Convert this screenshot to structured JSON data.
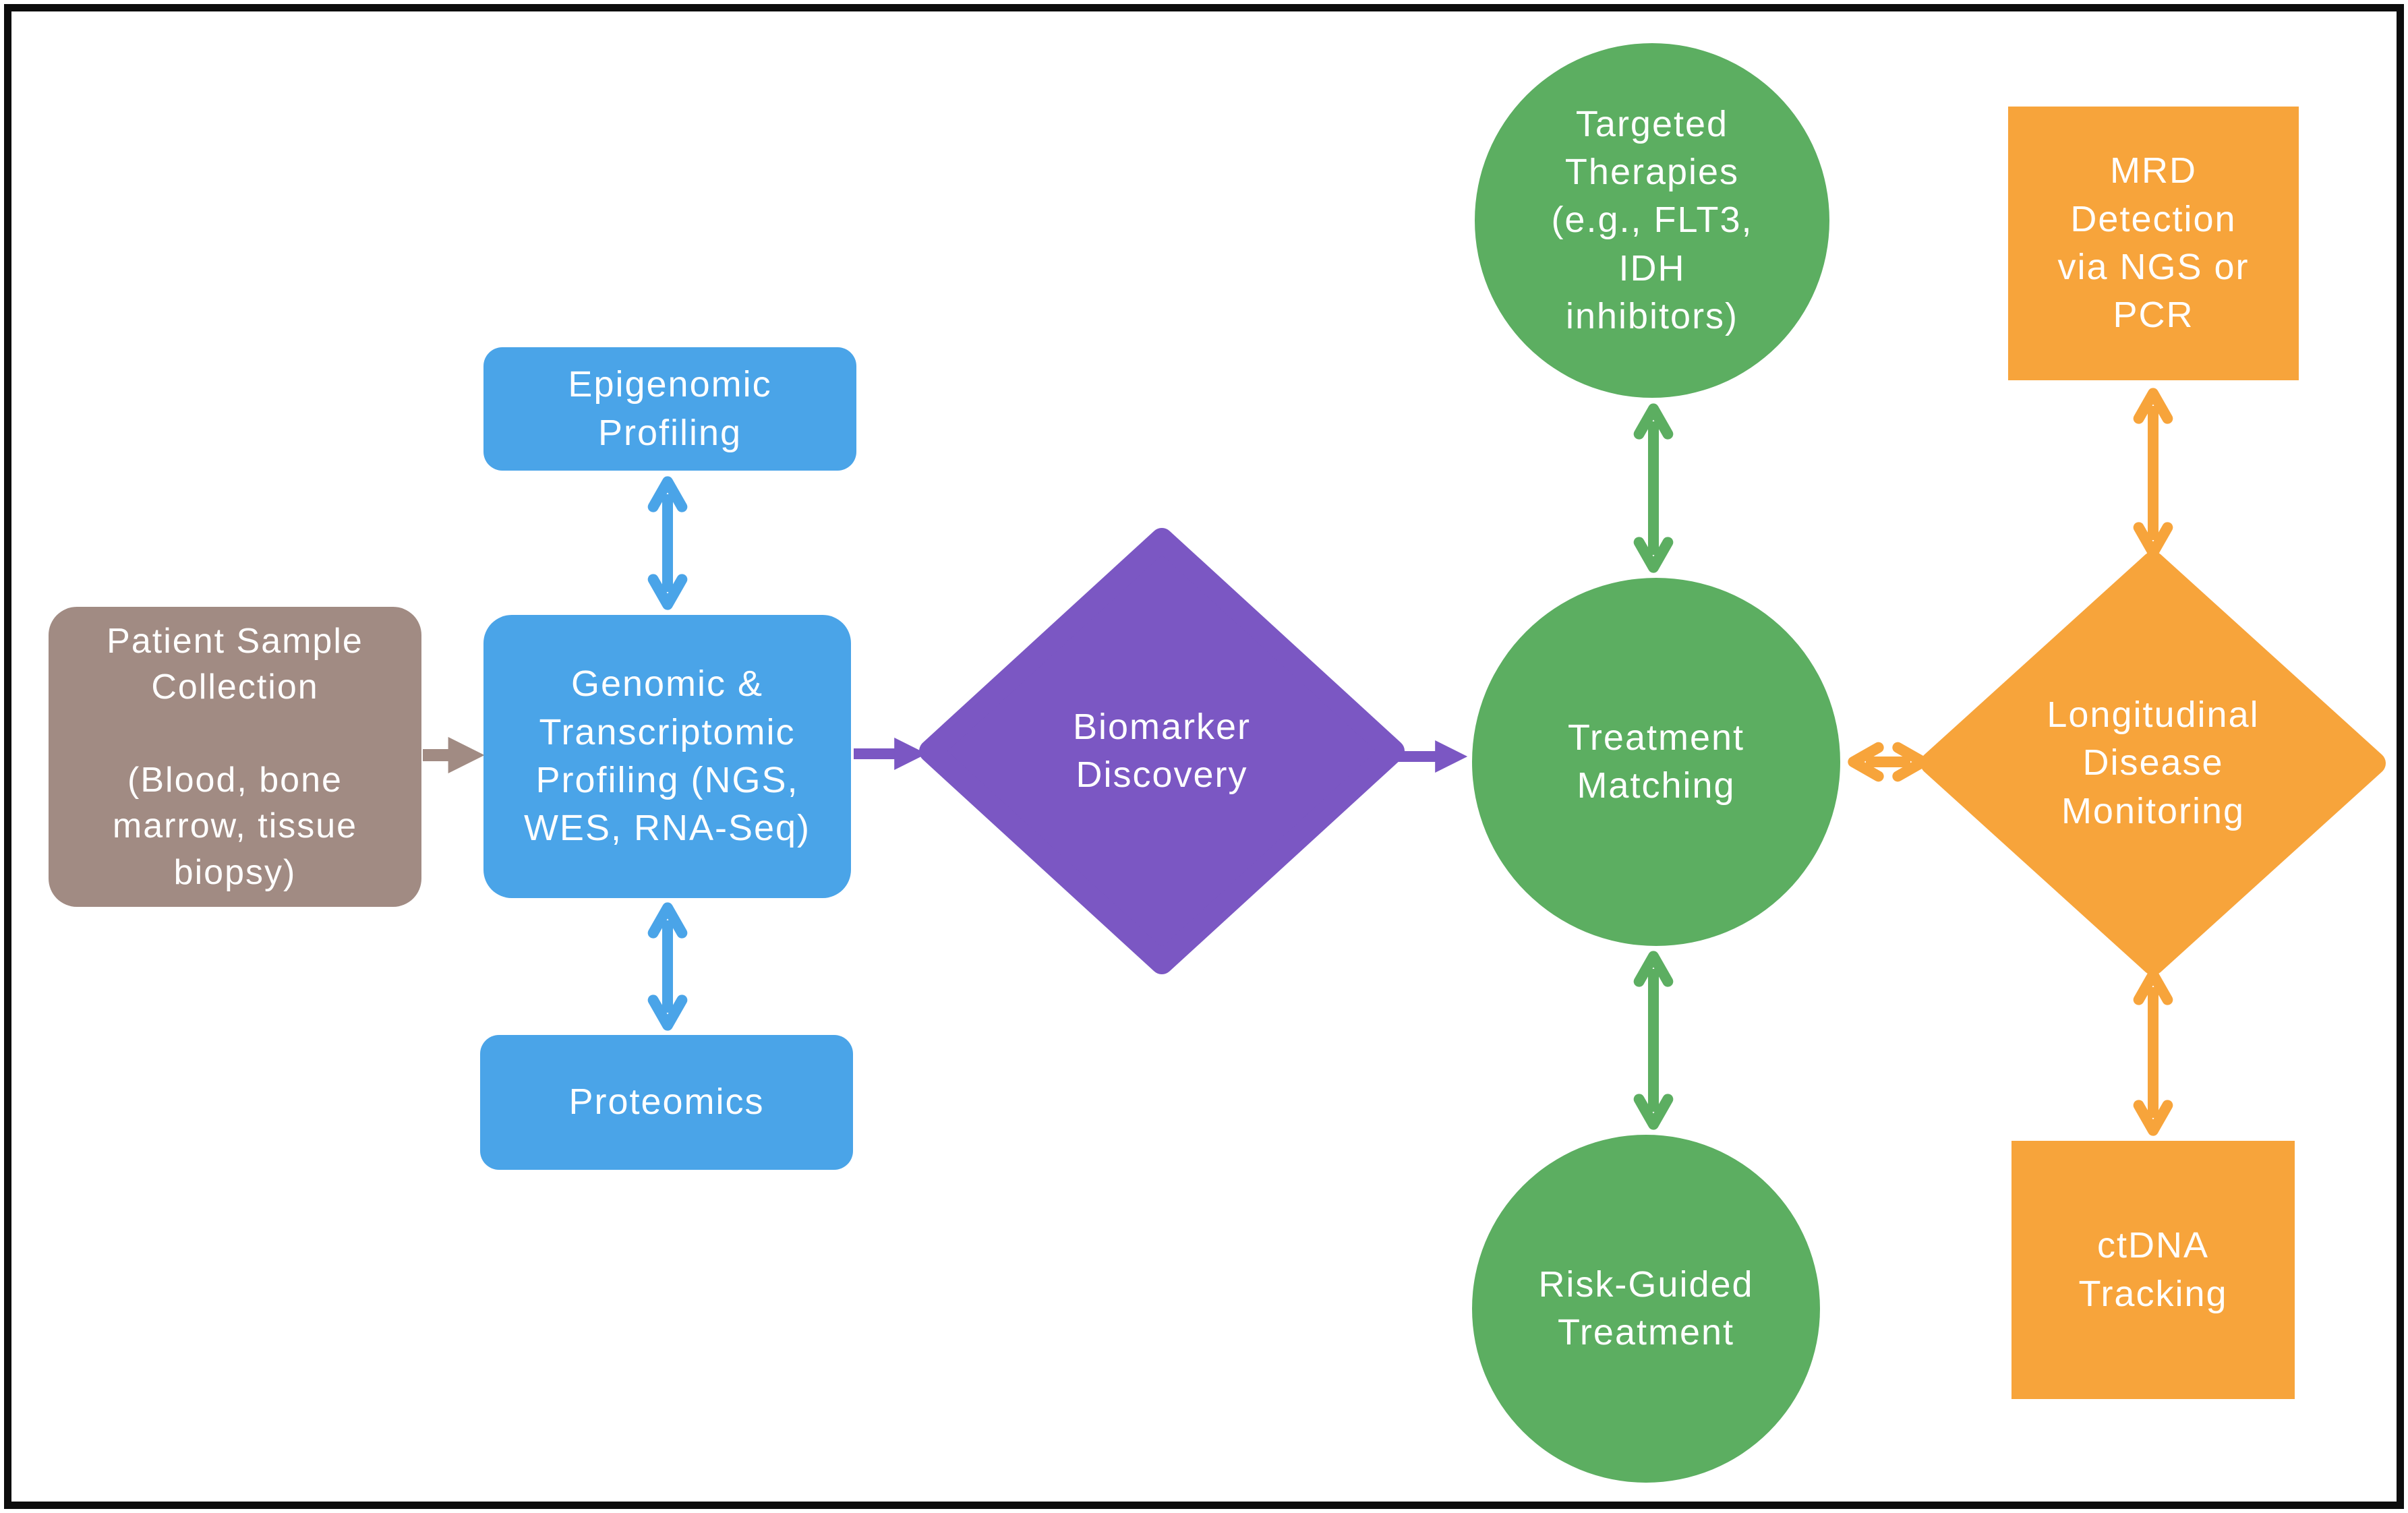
{
  "diagram": {
    "type": "flowchart",
    "background": "#FFFFFF",
    "frame_color": "#0D0D0D",
    "palette": {
      "sample_brown": "#A18B83",
      "profiling_blue": "#4AA4E8",
      "discovery_purple": "#7B57C3",
      "treatment_green": "#5CAE61",
      "monitoring_orange": "#F7A43B",
      "text_white": "#FFFFFF"
    },
    "nodes": {
      "patient": {
        "shape": "rounded-rectangle",
        "color": "#A18B83",
        "label": "Patient Sample Collection\n\n(Blood, bone marrow, tissue biopsy)"
      },
      "epigenomic": {
        "shape": "rounded-rectangle",
        "color": "#4AA4E8",
        "label": "Epigenomic Profiling"
      },
      "genomic": {
        "shape": "rounded-rectangle",
        "color": "#4AA4E8",
        "label": "Genomic & Transcriptomic Profiling (NGS, WES, RNA-Seq)"
      },
      "proteomics": {
        "shape": "rounded-rectangle",
        "color": "#4AA4E8",
        "label": "Proteomics"
      },
      "biomarker": {
        "shape": "diamond",
        "color": "#7B57C3",
        "label": "Biomarker Discovery"
      },
      "targeted": {
        "shape": "circle",
        "color": "#5CAE61",
        "label": "Targeted Therapies (e.g., FLT3, IDH inhibitors)"
      },
      "treatment": {
        "shape": "circle",
        "color": "#5CAE61",
        "label": "Treatment Matching"
      },
      "risk": {
        "shape": "circle",
        "color": "#5CAE61",
        "label": "Risk-Guided Treatment"
      },
      "mrd": {
        "shape": "square",
        "color": "#F7A43B",
        "label": "MRD Detection via NGS or PCR"
      },
      "longitudinal": {
        "shape": "diamond",
        "color": "#F7A43B",
        "label": "Longitudinal Disease Monitoring"
      },
      "ctdna": {
        "shape": "square",
        "color": "#F7A43B",
        "label": "ctDNA Tracking"
      }
    },
    "connections": [
      {
        "from": "patient",
        "to": "genomic",
        "style": "single-solid-arrow",
        "color": "#A18B83"
      },
      {
        "from": "genomic",
        "to": "epigenomic",
        "style": "double-chevron-arrow",
        "color": "#4AA4E8"
      },
      {
        "from": "genomic",
        "to": "proteomics",
        "style": "double-chevron-arrow",
        "color": "#4AA4E8"
      },
      {
        "from": "genomic",
        "to": "biomarker",
        "style": "single-solid-arrow",
        "color": "#7B57C3"
      },
      {
        "from": "biomarker",
        "to": "treatment",
        "style": "single-solid-arrow",
        "color": "#7B57C3"
      },
      {
        "from": "treatment",
        "to": "targeted",
        "style": "double-chevron-arrow",
        "color": "#5CAE61"
      },
      {
        "from": "treatment",
        "to": "risk",
        "style": "double-chevron-arrow",
        "color": "#5CAE61"
      },
      {
        "from": "treatment",
        "to": "longitudinal",
        "style": "double-chevron-arrow",
        "color": "#F7A43B"
      },
      {
        "from": "longitudinal",
        "to": "mrd",
        "style": "double-chevron-arrow",
        "color": "#F7A43B"
      },
      {
        "from": "longitudinal",
        "to": "ctdna",
        "style": "double-chevron-arrow",
        "color": "#F7A43B"
      }
    ]
  }
}
